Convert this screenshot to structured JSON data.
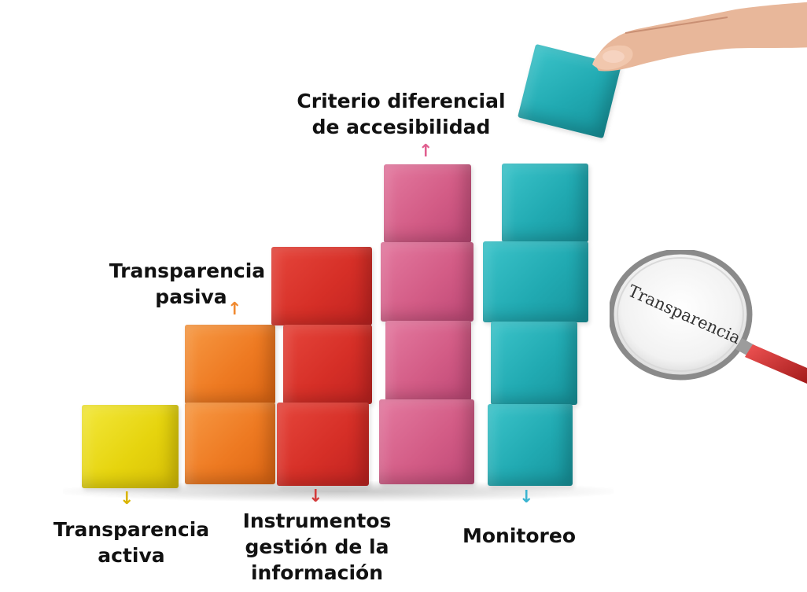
{
  "labels": {
    "criterio_line1": "Criterio diferencial",
    "criterio_line2": "de accesibilidad",
    "pasiva_line1": "Transparencia",
    "pasiva_line2": "pasiva",
    "activa_line1": "Transparencia",
    "activa_line2": "activa",
    "instrumentos_line1": "Instrumentos",
    "instrumentos_line2": "gestión de la",
    "instrumentos_line3": "información",
    "monitoreo": "Monitoreo"
  },
  "magnifier_text": "Transparencia",
  "columns": [
    {
      "name": "transparencia-activa",
      "color": "yellow",
      "blocks": 1
    },
    {
      "name": "transparencia-pasiva",
      "color": "orange",
      "blocks": 2
    },
    {
      "name": "instrumentos",
      "color": "red",
      "blocks": 3
    },
    {
      "name": "criterio-diferencial",
      "color": "pink",
      "blocks": 4
    },
    {
      "name": "monitoreo",
      "color": "teal",
      "blocks": 4
    }
  ],
  "colors": {
    "yellow": "#e6d40e",
    "orange": "#ee7a22",
    "red": "#d62f27",
    "pink": "#d35c86",
    "teal": "#21aab2",
    "arrow_yellow": "#d9b400",
    "arrow_orange": "#f08a30",
    "arrow_red": "#d33b3b",
    "arrow_pink": "#e05f8f",
    "arrow_teal": "#3ab4d0"
  },
  "icons": {
    "arrow_up": "↑",
    "arrow_down": "↓"
  }
}
